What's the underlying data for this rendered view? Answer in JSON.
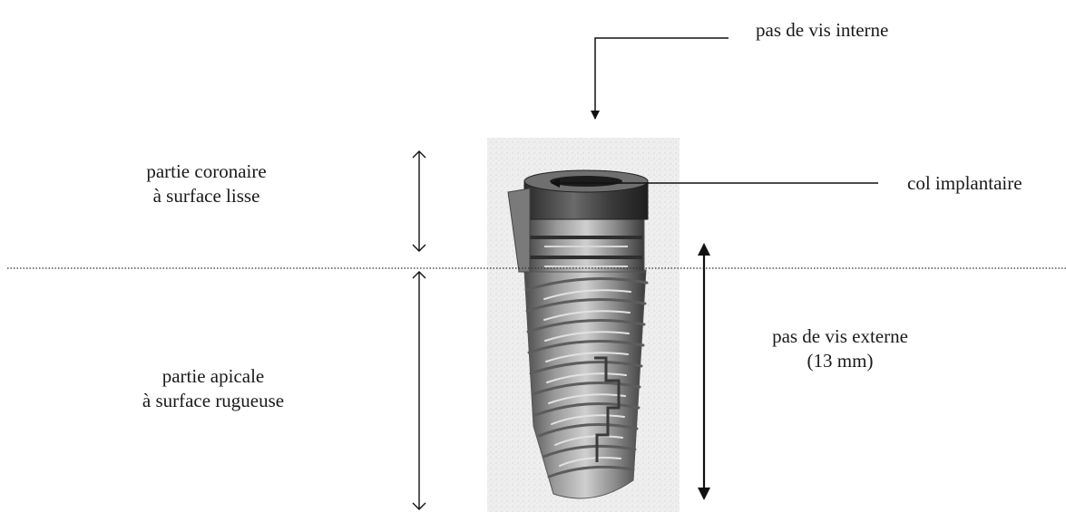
{
  "diagram": {
    "labels": {
      "internal_thread": "pas de vis interne",
      "implant_collar": "col implantaire",
      "coronal_part_line1": "partie coronaire",
      "coronal_part_line2": "à surface lisse",
      "apical_part_line1": "partie apicale",
      "apical_part_line2": "à surface rugueuse",
      "external_thread_line1": "pas de vis externe",
      "external_thread_line2": "(13 mm)"
    },
    "colors": {
      "line": "#111111",
      "dotted_line": "#333333",
      "implant_metal": "#8a8a8a",
      "implant_dark": "#3c3c3c",
      "photo_background": "#e9e9e9"
    }
  }
}
